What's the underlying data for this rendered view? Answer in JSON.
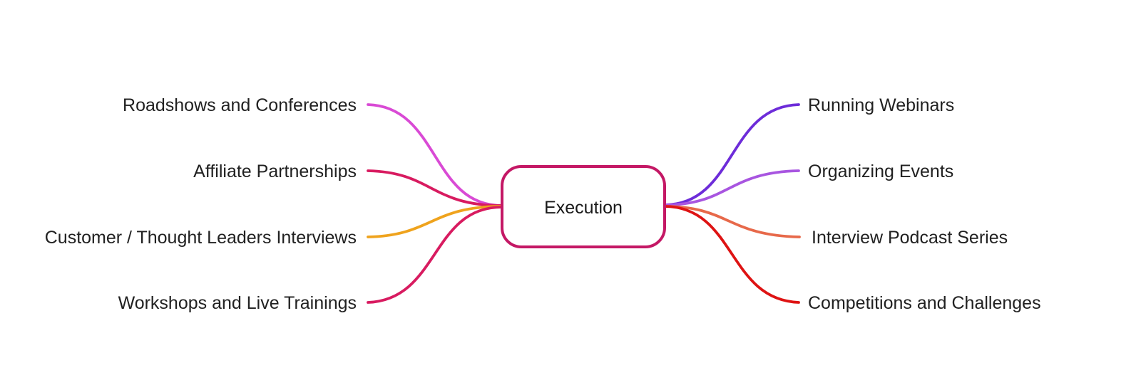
{
  "diagram": {
    "type": "mindmap",
    "root": {
      "label": "Execution",
      "border_color": "#C41865",
      "fill_color": "#FFFFFF",
      "text_color": "#1A1A1A"
    },
    "left_branches": [
      {
        "label": "Roadshows and Conferences",
        "color": "#D94AD5"
      },
      {
        "label": "Affiliate Partnerships",
        "color": "#D81B60"
      },
      {
        "label": "Customer / Thought Leaders Interviews",
        "color": "#EFA31D"
      },
      {
        "label": "Workshops and Live Trainings",
        "color": "#D81B60"
      }
    ],
    "right_branches": [
      {
        "label": "Running Webinars",
        "color": "#6D2CD9"
      },
      {
        "label": "Organizing Events",
        "color": "#A855E0"
      },
      {
        "label": "Interview Podcast Series",
        "color": "#E7694A"
      },
      {
        "label": "Competitions and Challenges",
        "color": "#DE1313"
      }
    ],
    "label_text_color": "#212121",
    "background_color": "#FFFFFF"
  }
}
